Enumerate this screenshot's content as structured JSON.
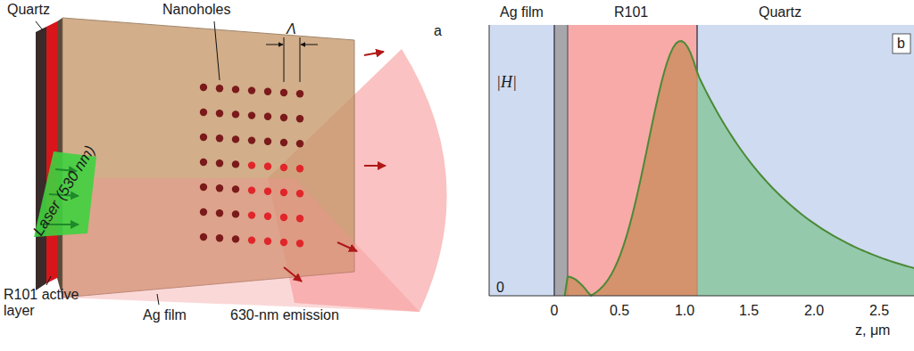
{
  "diagram": {
    "labels": [
      "Quartz",
      "Nanoholes",
      "Λ",
      "a",
      "Laser (530 nm)",
      "R101 active layer",
      "Ag film",
      "630-nm emission",
      "Ag film",
      "R101",
      "Quartz",
      "b",
      "|H|",
      "0",
      "0",
      "0.5",
      "1.0",
      "1.5",
      "2.0",
      "2.5",
      "z, μm"
    ]
  }
}
